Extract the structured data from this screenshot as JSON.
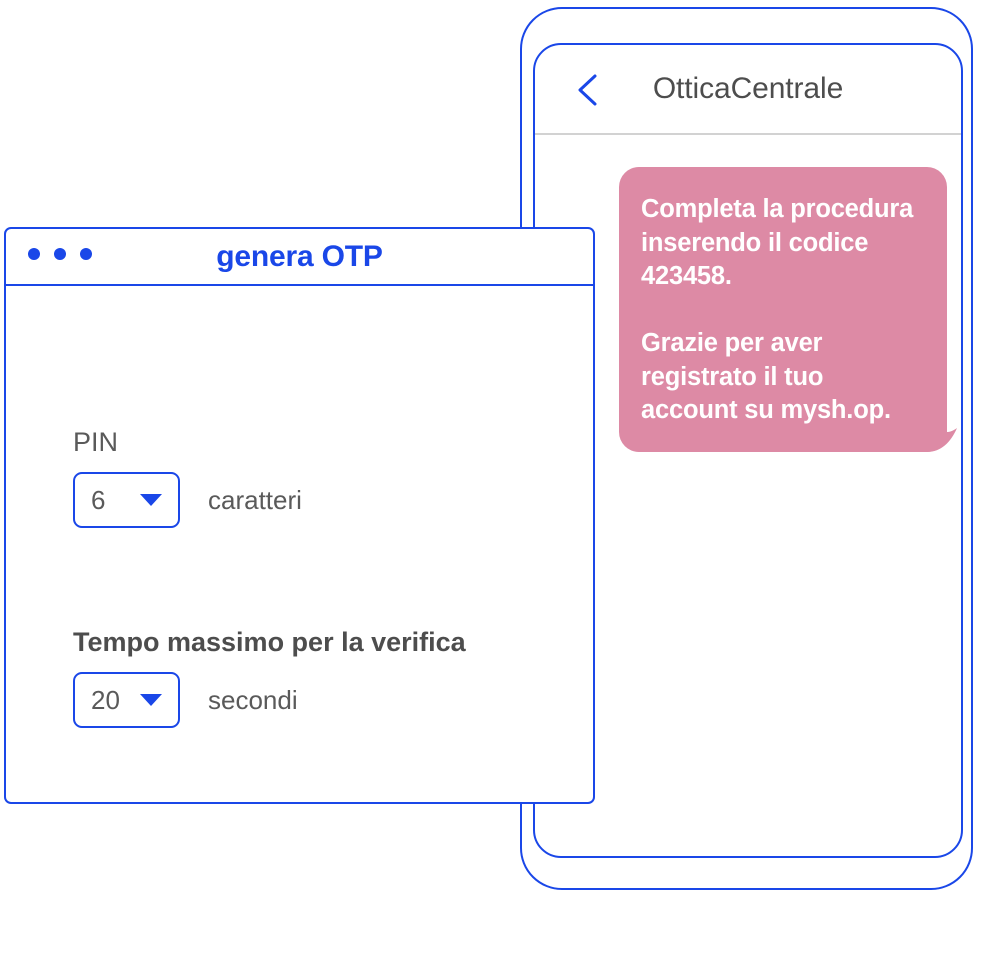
{
  "phone": {
    "back_icon": "chevron-left-icon",
    "conversation_title": "OtticaCentrale",
    "message": {
      "sender_color": "#dd8aa5",
      "text_color": "#ffffff",
      "body": "Completa la procedura inserendo il codice 423458.\n\nGrazie per aver registrato il tuo account su mysh.op."
    }
  },
  "window": {
    "title": "genera OTP",
    "accent_color": "#1a47e8",
    "dots_icon": "window-dots-icon",
    "fields": [
      {
        "label": "PIN",
        "bold": false,
        "value": "6",
        "unit": "caratteri",
        "arrow_icon": "chevron-down-icon"
      },
      {
        "label": "Tempo massimo per la verifica",
        "bold": true,
        "value": "20",
        "unit": "secondi",
        "arrow_icon": "chevron-down-icon"
      }
    ]
  }
}
